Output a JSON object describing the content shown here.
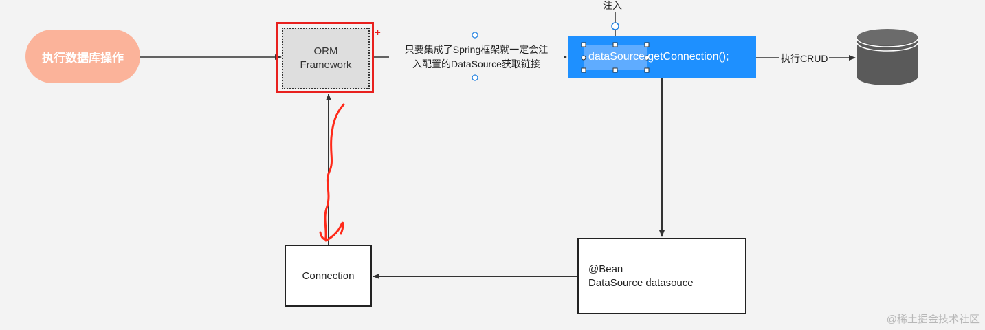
{
  "nodes": {
    "start": {
      "label": "执行数据库操作"
    },
    "orm": {
      "line1": "ORM",
      "line2": "Framework"
    },
    "orm_marker": "+",
    "datasource_call": {
      "label": "dataSource.getConnection();"
    },
    "connection": {
      "label": "Connection"
    },
    "bean": {
      "line1": "@Bean",
      "line2": "DataSource datasouce"
    }
  },
  "edges": {
    "orm_to_datasource": {
      "line1": "只要集成了Spring框架就一定会注",
      "line2": "入配置的DataSource获取链接"
    },
    "inject": {
      "label": "注入"
    },
    "crud": {
      "label": "执行CRUD"
    }
  },
  "colors": {
    "start_fill": "#fbb39a",
    "selection_red": "#e8201e",
    "datasource_fill": "#1e90ff",
    "annotation_red": "#ff2a1a"
  },
  "watermark": "@稀土掘金技术社区"
}
